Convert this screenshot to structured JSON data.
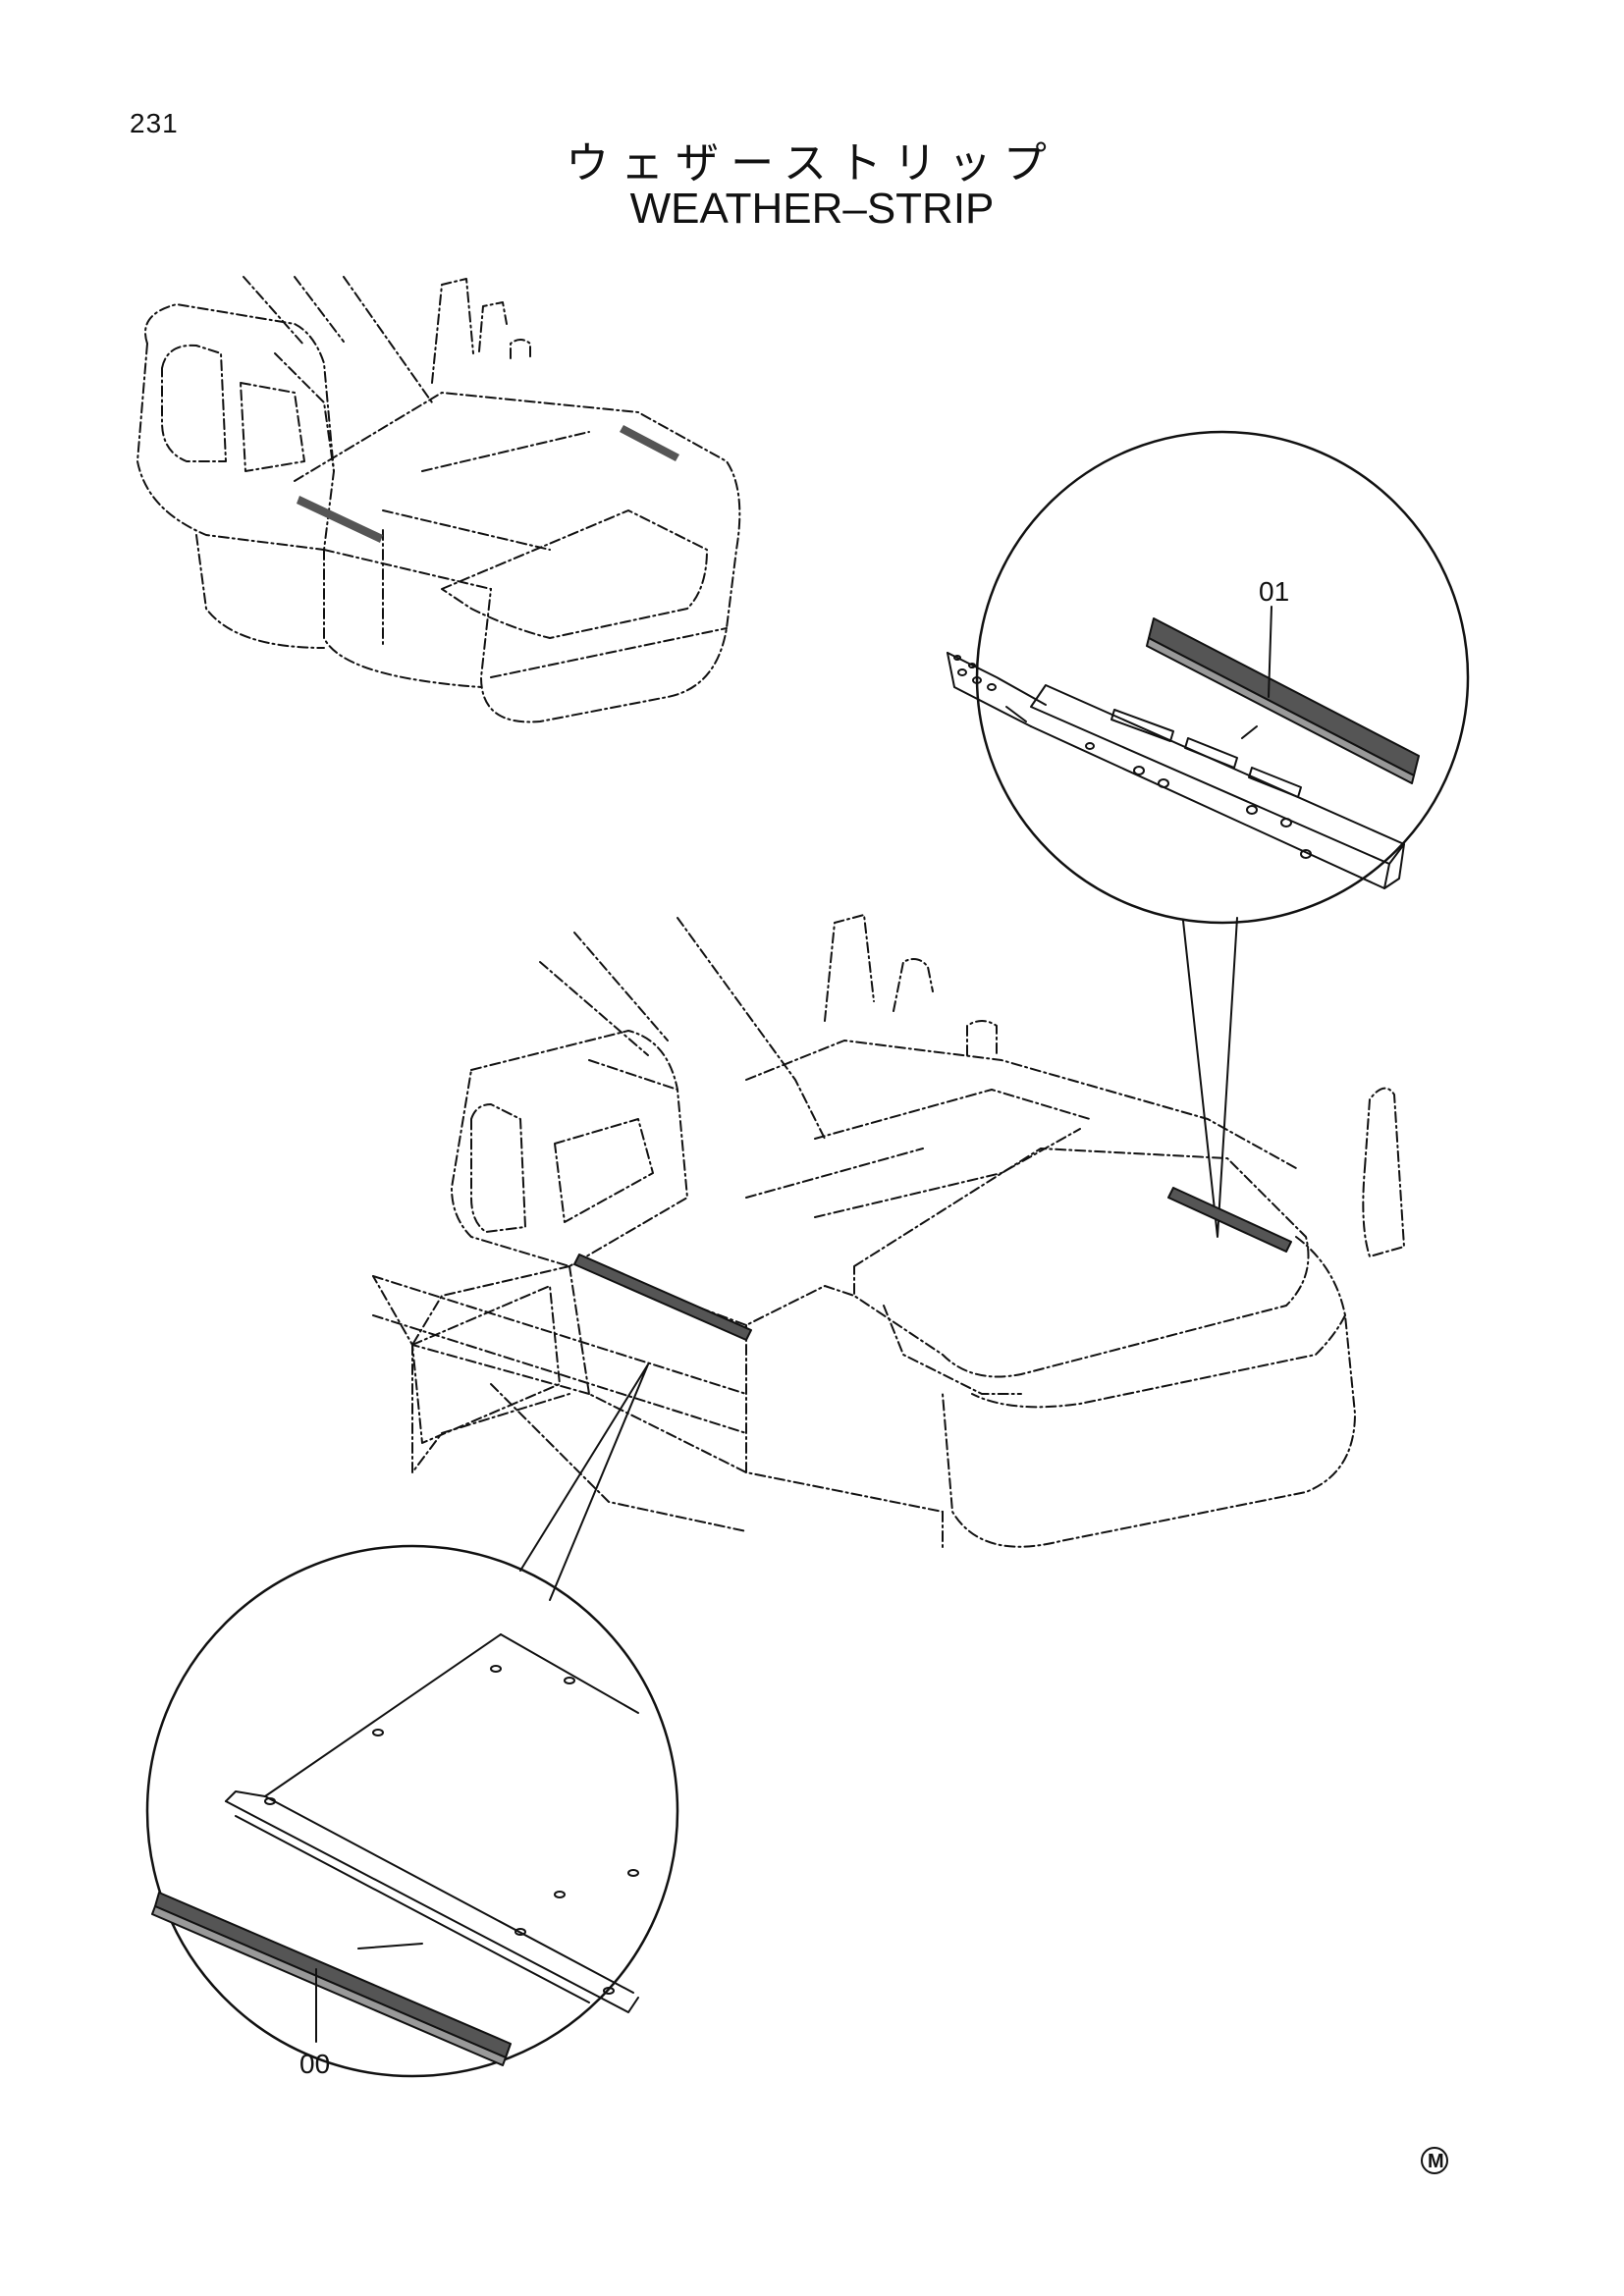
{
  "page": {
    "number": "231",
    "title_jp": "ウェザーストリップ",
    "title_en": "WEATHER–STRIP"
  },
  "callouts": {
    "upper": "01",
    "lower": "00"
  },
  "footer": {
    "mark": "M"
  },
  "colors": {
    "line": "#111111",
    "background": "#ffffff",
    "strip_fill": "#555555"
  }
}
